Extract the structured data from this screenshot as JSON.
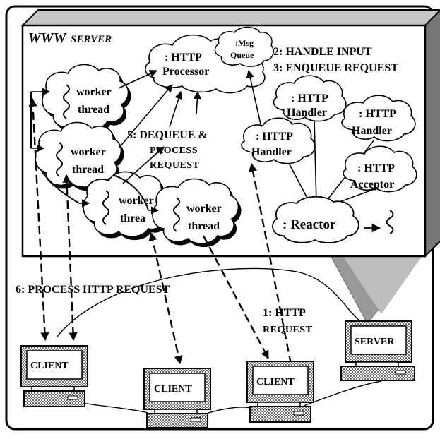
{
  "server_box": {
    "title_main": "WWW",
    "title_sub": "SERVER"
  },
  "nodes": {
    "http_processor": {
      "line1": ": HTTP",
      "line2": "Processor"
    },
    "msg_queue": {
      "line1": ":Msg",
      "line2": "Queue"
    },
    "worker_1": {
      "line1": "worker",
      "line2": "thread"
    },
    "worker_2": {
      "line1": "worker",
      "line2": "thread"
    },
    "worker_3": {
      "line1": "worker",
      "line2": "threa"
    },
    "worker_4": {
      "line1": "worker",
      "line2": "thread"
    },
    "http_handler_1": {
      "line1": ": HTTP",
      "line2": "Handler"
    },
    "http_handler_2": {
      "line1": ": HTTP",
      "line2": "Handler"
    },
    "http_handler_3": {
      "line1": ": HTTP",
      "line2": "Handler"
    },
    "http_acceptor": {
      "line1": ": HTTP",
      "line2": "Acceptor"
    },
    "reactor": {
      "label": ": Reactor"
    }
  },
  "steps": {
    "step2": "2: HANDLE INPUT",
    "step3": "3: ENQUEUE REQUEST",
    "step5_line1": "5: DEQUEUE &",
    "step5_line2": "PROCESS",
    "step5_line3": "REQUEST",
    "step6": "6: PROCESS HTTP REQUEST",
    "step1_line1": "1: HTTP",
    "step1_line2": "REQUEST"
  },
  "computers": {
    "client_left": "CLIENT",
    "client_middle": "CLIENT",
    "client_right": "CLIENT",
    "server": "SERVER"
  }
}
